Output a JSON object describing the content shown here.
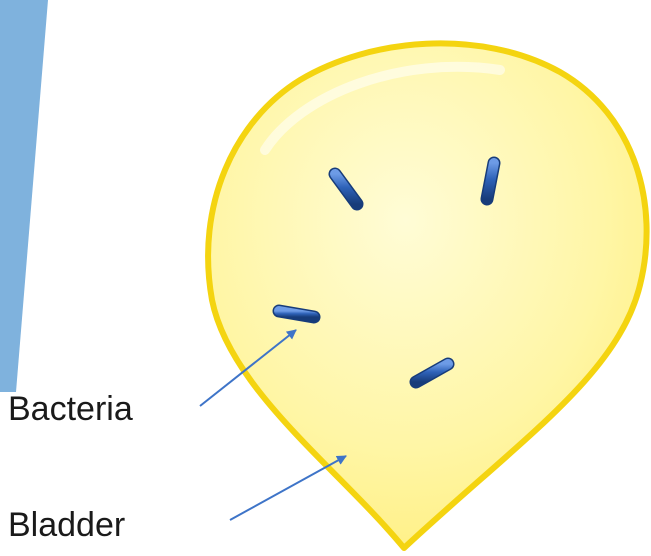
{
  "labels": {
    "bacteria": "Bacteria",
    "bladder": "Bladder"
  },
  "colors": {
    "bladder_fill": "#FFF7A6",
    "bladder_outline": "#F5D90A",
    "bacteria": "#2F63B6",
    "wedge": "#7FB2DD",
    "arrow": "#3E74C8"
  },
  "diagram": {
    "bacteria_count": 4
  }
}
